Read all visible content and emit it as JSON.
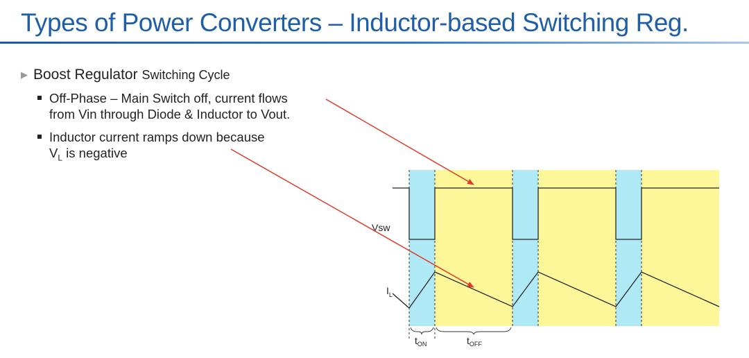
{
  "slide": {
    "title": "Types of Power Converters – Inductor-based Switching Reg.",
    "heading": {
      "main": "Boost Regulator",
      "sub": "Switching Cycle"
    },
    "bullets": [
      {
        "line1": "Off-Phase – Main Switch off, current flows",
        "line2": "from Vin through Diode & Inductor to Vout."
      },
      {
        "line1": "Inductor current ramps down because",
        "line2_pre": "V",
        "line2_sub": "L",
        "line2_post": " is negative"
      }
    ]
  },
  "waveform": {
    "vsw_label": "Vsw",
    "il_label": "I",
    "il_sub": "L",
    "ton_label": "t",
    "ton_sub": "ON",
    "toff_label": "t",
    "toff_sub": "OFF",
    "phases_shown": [
      "on",
      "off",
      "on",
      "off",
      "on",
      "off"
    ],
    "on_phase_color": "#aee9f5",
    "off_phase_color": "#fdf79a",
    "arrow_color": "#e03a2a"
  }
}
